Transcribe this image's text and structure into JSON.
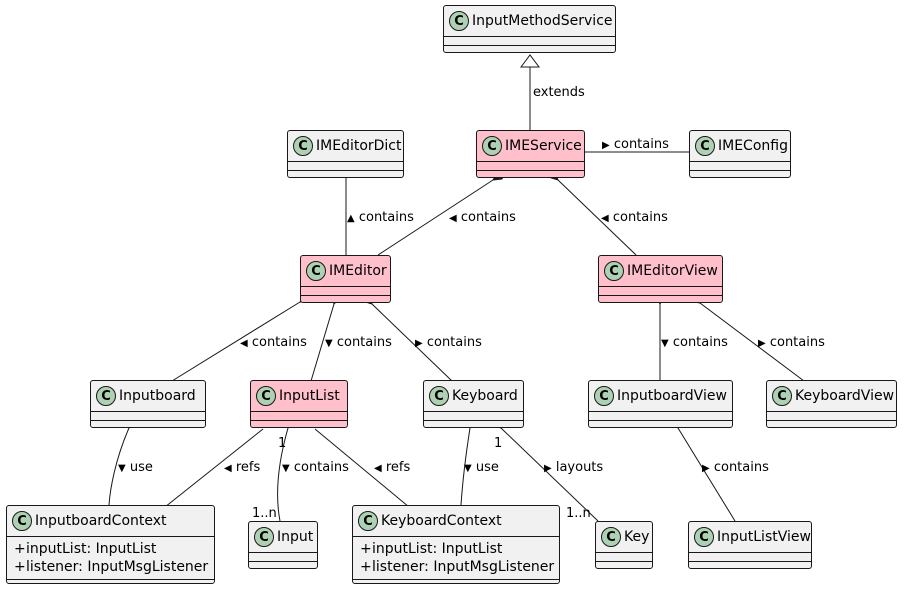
{
  "classes": {
    "InputMethodService": {
      "name": "InputMethodService",
      "icon": "C"
    },
    "IMEService": {
      "name": "IMEService",
      "icon": "C"
    },
    "IMEConfig": {
      "name": "IMEConfig",
      "icon": "C"
    },
    "IMEditorDict": {
      "name": "IMEditorDict",
      "icon": "C"
    },
    "IMEditor": {
      "name": "IMEditor",
      "icon": "C"
    },
    "IMEditorView": {
      "name": "IMEditorView",
      "icon": "C"
    },
    "Inputboard": {
      "name": "Inputboard",
      "icon": "C"
    },
    "InputList": {
      "name": "InputList",
      "icon": "C"
    },
    "Keyboard": {
      "name": "Keyboard",
      "icon": "C"
    },
    "InputboardView": {
      "name": "InputboardView",
      "icon": "C"
    },
    "KeyboardView": {
      "name": "KeyboardView",
      "icon": "C"
    },
    "InputboardContext": {
      "name": "InputboardContext",
      "icon": "C",
      "attributes": [
        {
          "visibility": "+",
          "text": "inputList: InputList"
        },
        {
          "visibility": "+",
          "text": "listener: InputMsgListener"
        }
      ]
    },
    "Input": {
      "name": "Input",
      "icon": "C"
    },
    "KeyboardContext": {
      "name": "KeyboardContext",
      "icon": "C",
      "attributes": [
        {
          "visibility": "+",
          "text": "inputList: InputList"
        },
        {
          "visibility": "+",
          "text": "listener: InputMsgListener"
        }
      ]
    },
    "Key": {
      "name": "Key",
      "icon": "C"
    },
    "InputListView": {
      "name": "InputListView",
      "icon": "C"
    }
  },
  "highlight_color": "#ffc0cb",
  "default_class_color": "#f1f1f1",
  "circle_color": "#add1b2",
  "edges": {
    "e1": {
      "type": "extends",
      "from": "IMEService",
      "to": "InputMethodService",
      "label": "extends"
    },
    "e2": {
      "type": "composition",
      "from": "IMEService",
      "to": "IMEConfig",
      "label": "contains",
      "arrow": "▶"
    },
    "e3": {
      "type": "composition",
      "from": "IMEService",
      "to": "IMEditor",
      "label": "contains",
      "arrow": "◀"
    },
    "e4": {
      "type": "composition",
      "from": "IMEService",
      "to": "IMEditorView",
      "label": "contains",
      "arrow": "◀"
    },
    "e5": {
      "type": "composition",
      "from": "IMEditor",
      "to": "IMEditorDict",
      "label": "contains",
      "arrow": "▲"
    },
    "e6": {
      "type": "composition",
      "from": "IMEditor",
      "to": "Inputboard",
      "label": "contains",
      "arrow": "◀"
    },
    "e7": {
      "type": "composition",
      "from": "IMEditor",
      "to": "InputList",
      "label": "contains",
      "arrow": "▼"
    },
    "e8": {
      "type": "composition",
      "from": "IMEditor",
      "to": "Keyboard",
      "label": "contains",
      "arrow": "▶"
    },
    "e9": {
      "type": "composition",
      "from": "IMEditorView",
      "to": "InputboardView",
      "label": "contains",
      "arrow": "▼"
    },
    "e10": {
      "type": "composition",
      "from": "IMEditorView",
      "to": "KeyboardView",
      "label": "contains",
      "arrow": "▶"
    },
    "e11": {
      "type": "composition",
      "from": "Inputboard",
      "to": "InputboardContext",
      "label": "use",
      "arrow": "▼"
    },
    "e12": {
      "type": "composition",
      "from": "InputboardContext",
      "to": "InputList",
      "label": "refs",
      "arrow": "◀"
    },
    "e13": {
      "type": "composition",
      "from": "InputList",
      "to": "Input",
      "label": "contains",
      "arrow": "▼",
      "mult_from": "1",
      "mult_to": "1..n"
    },
    "e14": {
      "type": "composition",
      "from": "KeyboardContext",
      "to": "InputList",
      "label": "refs",
      "arrow": "◀"
    },
    "e15": {
      "type": "composition",
      "from": "Keyboard",
      "to": "KeyboardContext",
      "label": "use",
      "arrow": "▼"
    },
    "e16": {
      "type": "composition",
      "from": "Keyboard",
      "to": "Key",
      "label": "layouts",
      "arrow": "▶",
      "mult_from": "1",
      "mult_to": "1..n"
    },
    "e17": {
      "type": "composition",
      "from": "InputboardView",
      "to": "InputListView",
      "label": "contains",
      "arrow": "▶"
    }
  }
}
